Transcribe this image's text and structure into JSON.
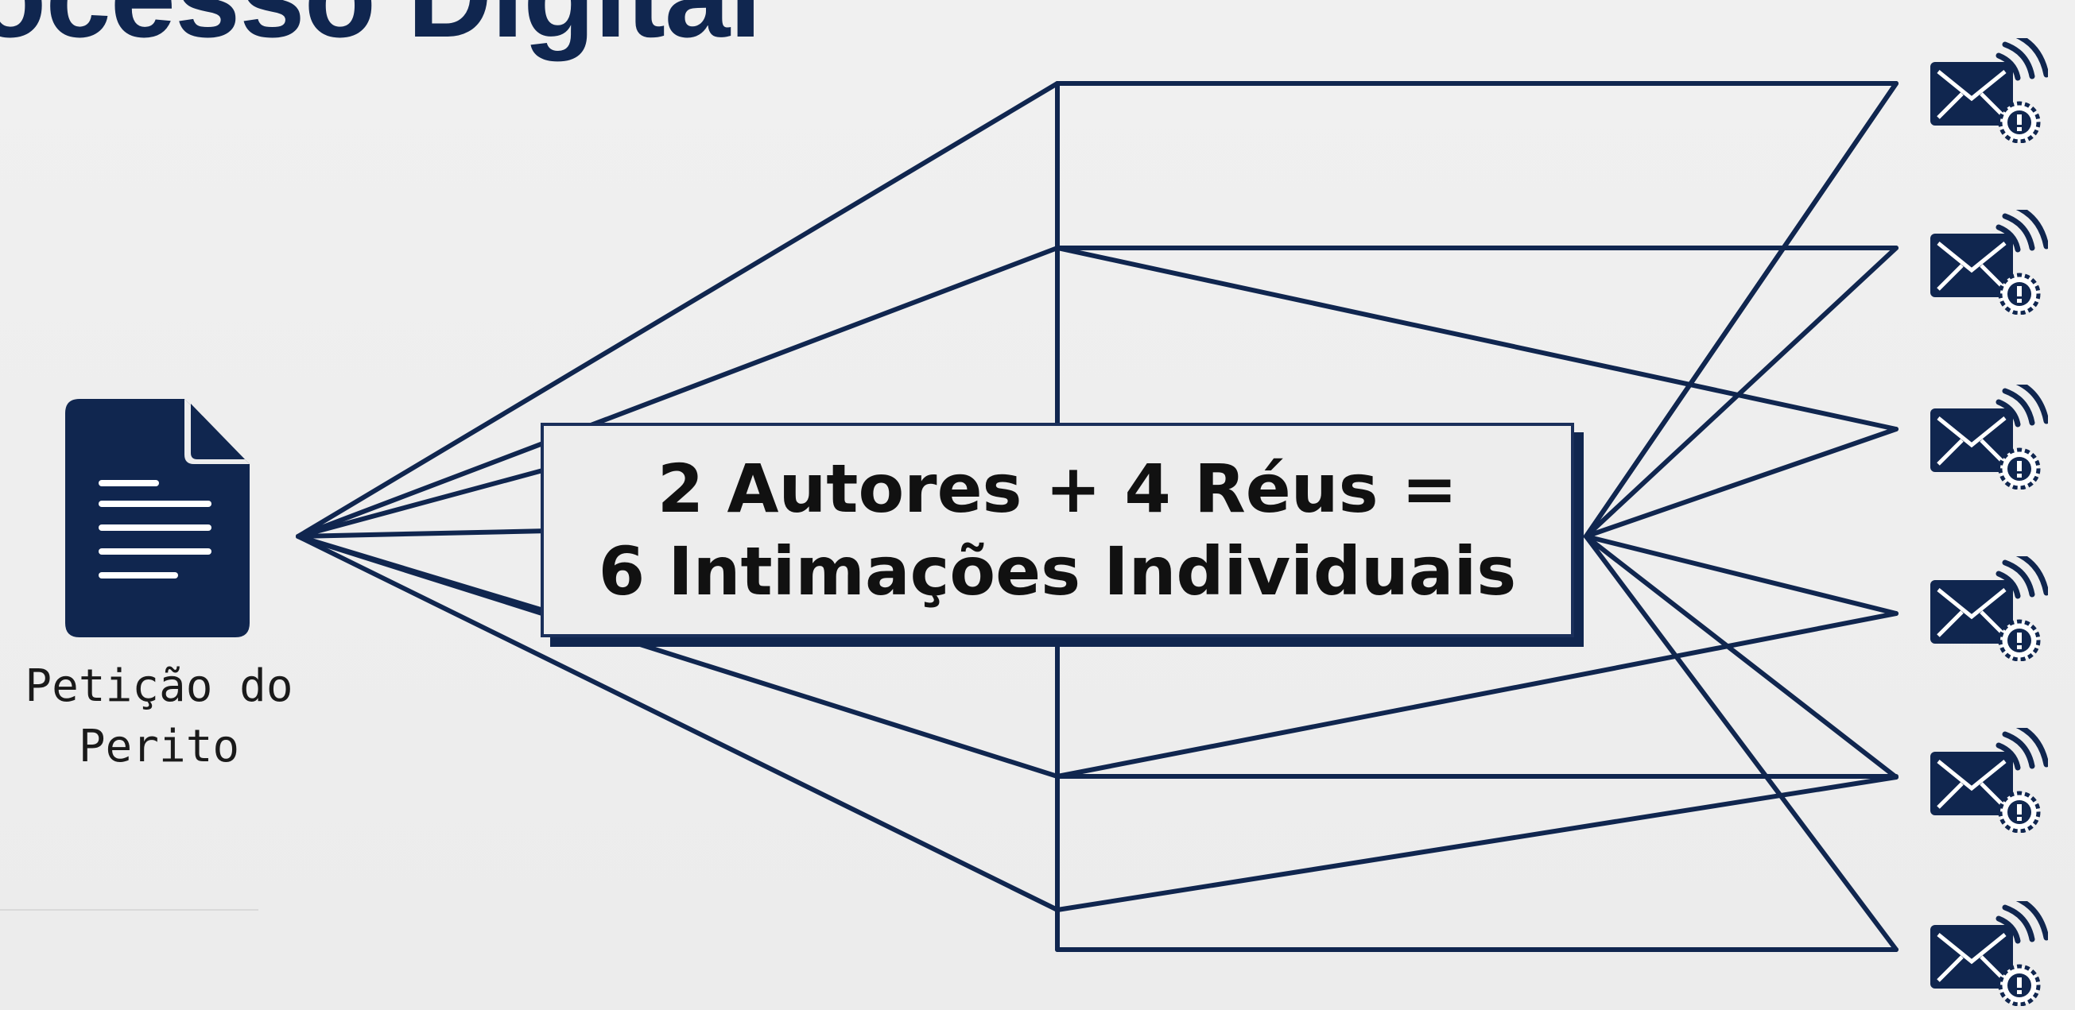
{
  "title": "ocesso Digital",
  "source": {
    "label_line1": "Petição do",
    "label_line2": "Perito",
    "icon": "document-icon"
  },
  "summary": {
    "line1": "2 Autores + 4 Réus =",
    "line2": "6 Intimações Individuais"
  },
  "recipients": [
    {
      "icon": "email-alert-icon"
    },
    {
      "icon": "email-alert-icon"
    },
    {
      "icon": "email-alert-icon"
    },
    {
      "icon": "email-alert-icon"
    },
    {
      "icon": "email-alert-icon"
    },
    {
      "icon": "email-alert-icon"
    }
  ],
  "colors": {
    "navy": "#10264f",
    "background": "#ededed",
    "text": "#111111"
  }
}
